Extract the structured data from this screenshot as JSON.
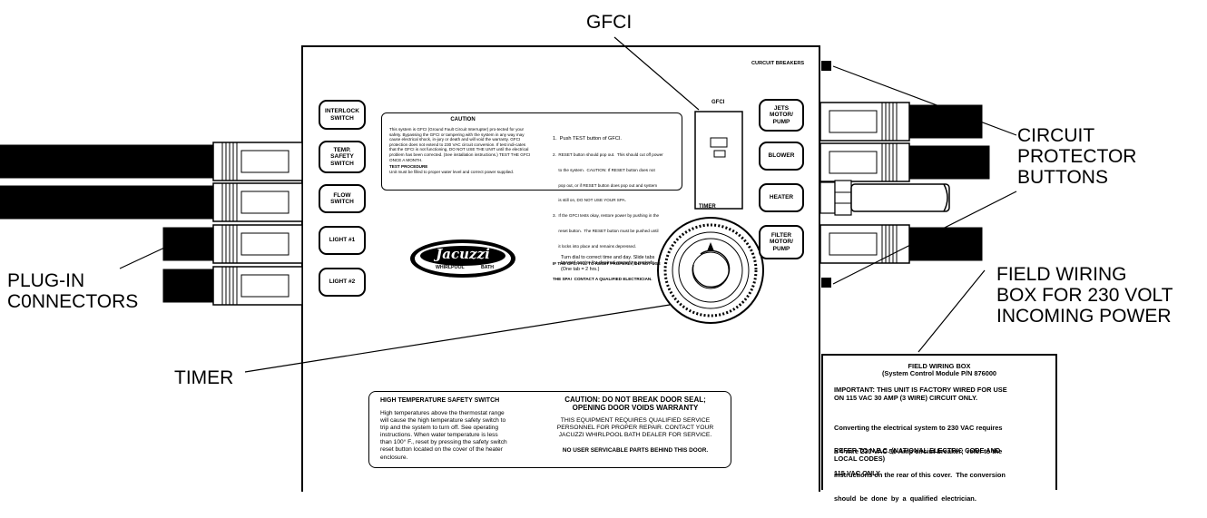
{
  "callouts": {
    "gfci": "GFCI",
    "circuit_protector": [
      "CIRCUIT",
      "PROTECTOR",
      "BUTTONS"
    ],
    "plug_in": [
      "PLUG-IN",
      "C0NNECTORS"
    ],
    "field_wiring": [
      "FIELD WIRING",
      "BOX FOR 230 VOLT",
      "INCOMING POWER"
    ],
    "timer": "TIMER"
  },
  "panel": {
    "circuit_breakers_label": "CURCUIT BREAKERS",
    "gfci_label": "GFCI",
    "timer_label": "TIMER",
    "left_buttons": [
      [
        "INTERLOCK",
        "SWITCH"
      ],
      [
        "TEMP.",
        "SAFETY",
        "SWITCH"
      ],
      [
        "FLOW",
        "SWITCH"
      ],
      [
        "LIGHT #1"
      ],
      [
        "LIGHT #2"
      ]
    ],
    "right_buttons": [
      [
        "JETS",
        "MOTOR/",
        "PUMP"
      ],
      [
        "BLOWER"
      ],
      [
        "HEATER"
      ],
      [
        "FILTER",
        "MOTOR/",
        "PUMP"
      ]
    ],
    "logo": {
      "brand": "Jacuzzi",
      "sub_left": "WHIRLPOOL",
      "sub_right": "BATH"
    },
    "timer_instructions": [
      "Turn dial to correct time and day.  Slide tabs",
      "toward center for desired operating periods.",
      "(One tab = 2 hrs.)"
    ]
  },
  "caution_box": {
    "title": "CAUTION",
    "left_text": [
      "This system is GFCI (Ground Fault Circuit Interrupter) pro-tected for your",
      "safety.  Bypassing the GFCI or tampering with the system in any way may",
      "cause electrical shock, in-jury or death and will void the warranty.  GFCI",
      "protection does not extend to 230 VAC circuit conversion.  If test indi-cates",
      "that the GFCI is not functioning, DO NOT USE THE UNIT until the electrical",
      "problem has been corrected. (See installation instructions.)  TEST THE GFCI",
      "ONCE A MONTH."
    ],
    "test_procedure_title": "TEST PROCEDURE",
    "test_procedure_text": "Unit must be filled to proper water level and correct power supplied.",
    "steps": [
      "1.  Push TEST button of GFCI.",
      "2.  RESET button should pop out.  This should cut off power",
      "     to the system.  CAUTION: If RESET button does not",
      "     pop out, or if RESET button does pop out and system",
      "     is still on, DO NOT USE YOUR SPA.",
      "3.  If the GFCI tests okay, restore power by pushing in the",
      "     reset button.  The RESET button must be pushed until",
      "     it locks into place and remains depressed."
    ],
    "warning": [
      "IF THE GFCI FAIL TO RESET PROPERLY, DO NOT USE",
      "THE SPA!  CONTACT A QUALIFIED ELECTRICIAN."
    ]
  },
  "bottom_box": {
    "left_title": "HIGH TEMPERATURE SAFETY SWITCH",
    "left_text": [
      "High temperatures above the thermostat range",
      "will cause the high temperature safety switch to",
      "trip and the system to turn off.  See operating",
      "instructions.  When water temperature is less",
      "than 100° F., reset by pressing the safety switch",
      "reset button located on the cover of the heater",
      "enclosure."
    ],
    "right_title": [
      "CAUTION:  DO NOT BREAK DOOR SEAL;",
      "OPENING DOOR VOIDS WARRANTY"
    ],
    "right_text": [
      "THIS EQUIPMENT REQUIRES QUALIFIED SERVICE",
      "PERSONNEL FOR PROPER REPAIR.  CONTACT YOUR",
      "JACUZZI WHIRLPOOL BATH DEALER FOR SERVICE."
    ],
    "right_note": "NO USER SERVICABLE PARTS BEHIND THIS DOOR."
  },
  "field_wiring_box": {
    "title": "FIELD WIRING BOX",
    "subtitle": "(System Control Module P/N 876000",
    "p1": [
      "IMPORTANT:  THIS UNIT IS FACTORY WIRED FOR USE",
      "ON 115 VAC 30 AMP (3 WIRE) CIRCUIT ONLY."
    ],
    "p2": [
      "Converting the electrical system to 230 VAC requires",
      "a 4 wire 230 VAC 50 Amp circiut breaker;  refer to the",
      "instructions on the rear of this cover.  The conversion",
      "should  be  done  by  a  qualified  electrician."
    ],
    "p3": [
      "REFER TO N.E.C. (NATIONAL ELECTRIC CODE AND",
      "LOCAL CODES)"
    ],
    "p4": "115 VAC ONLY"
  }
}
